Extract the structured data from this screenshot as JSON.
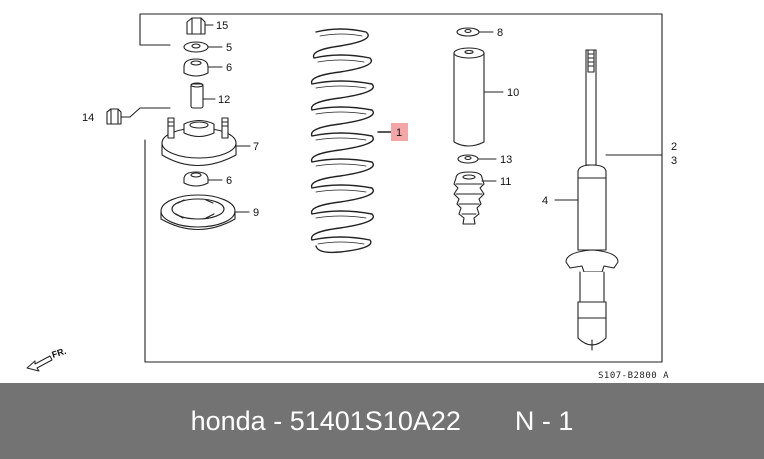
{
  "diagram": {
    "callouts": {
      "c15": "15",
      "c5": "5",
      "c6a": "6",
      "c12": "12",
      "c14": "14",
      "c7": "7",
      "c6b": "6",
      "c9": "9",
      "c1": "1",
      "c8": "8",
      "c10": "10",
      "c13": "13",
      "c11": "11",
      "c2": "2",
      "c3": "3",
      "c4": "4"
    },
    "direction_label": "FR.",
    "diagram_code": "S107-B2800 A",
    "highlight_color": "#f4a6a6"
  },
  "footer": {
    "brand": "honda",
    "separator": "-",
    "part_number": "51401S10A22",
    "quantity_label": "N - 1"
  }
}
